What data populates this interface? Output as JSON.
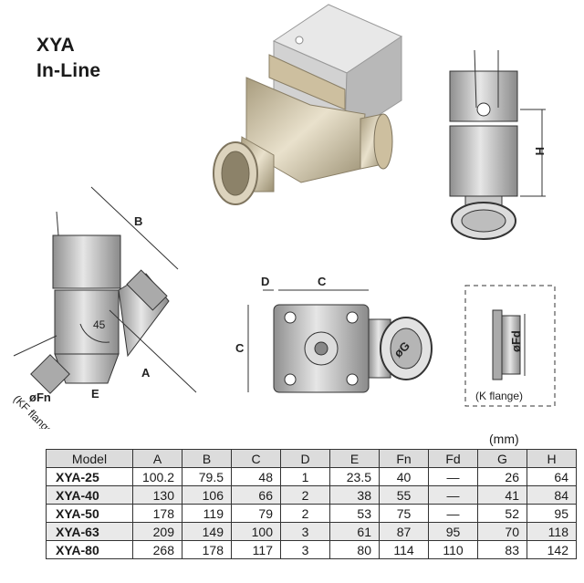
{
  "title": {
    "line1": "XYA",
    "line2": "In-Line"
  },
  "labels": {
    "B": "B",
    "A": "A",
    "E": "E",
    "angle": "45",
    "Fn": "øFn",
    "kf_side": "(KF flange)",
    "D": "D",
    "C_top": "C",
    "C_side": "C",
    "G": "øG",
    "H": "H",
    "Fd": "øFd",
    "kf_box": "(K flange)"
  },
  "unit": "(mm)",
  "table": {
    "headers": [
      "Model",
      "A",
      "B",
      "C",
      "D",
      "E",
      "Fn",
      "Fd",
      "G",
      "H"
    ],
    "rows": [
      [
        "XYA-25",
        "100.2",
        "79.5",
        "48",
        "1",
        "23.5",
        "40",
        "—",
        "26",
        "64"
      ],
      [
        "XYA-40",
        "130",
        "106",
        "66",
        "2",
        "38",
        "55",
        "—",
        "41",
        "84"
      ],
      [
        "XYA-50",
        "178",
        "119",
        "79",
        "2",
        "53",
        "75",
        "—",
        "52",
        "95"
      ],
      [
        "XYA-63",
        "209",
        "149",
        "100",
        "3",
        "61",
        "87",
        "95",
        "70",
        "118"
      ],
      [
        "XYA-80",
        "268",
        "178",
        "117",
        "3",
        "80",
        "114",
        "110",
        "83",
        "142"
      ]
    ]
  },
  "colors": {
    "metal": "#bfbfbf",
    "metal_dark": "#8c8c8c",
    "brass": "#cbbd9c",
    "header_bg": "#dcdcdc",
    "row_shade": "#e9e9e9"
  }
}
